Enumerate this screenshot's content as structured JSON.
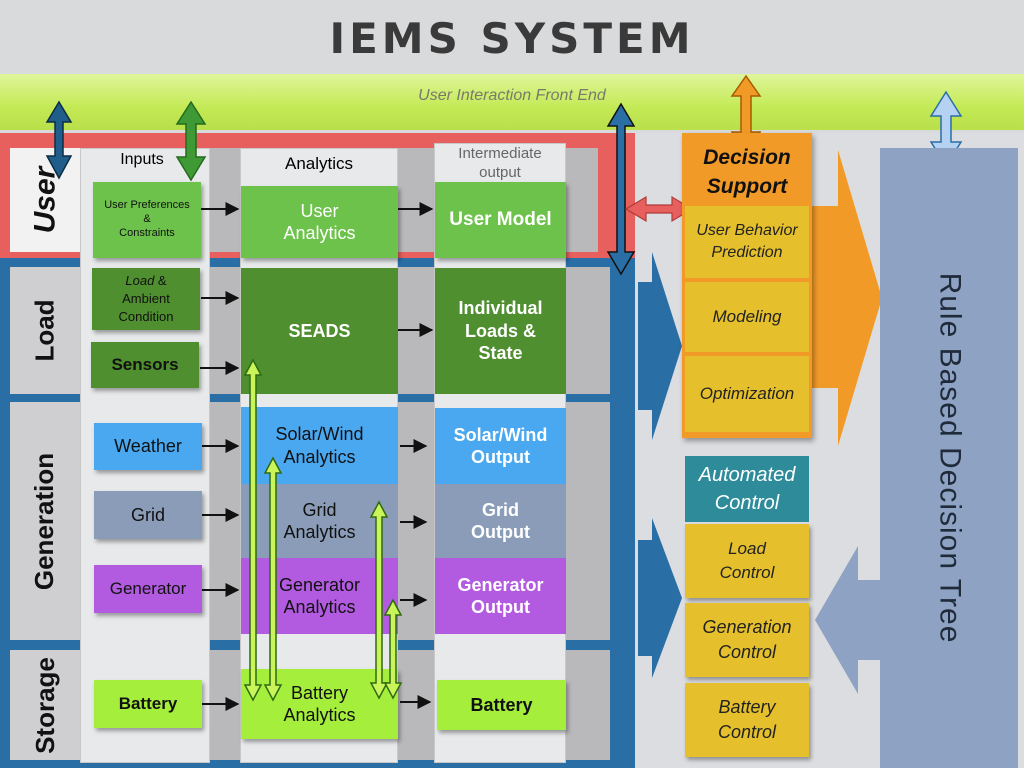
{
  "title": "IEMS SYSTEM",
  "front_end": "User Interaction Front End",
  "rows": {
    "user": "User",
    "load": "Load",
    "generation": "Generation",
    "storage": "Storage"
  },
  "columns": {
    "inputs": "Inputs",
    "analytics": "Analytics",
    "intermediate": "Intermediate output"
  },
  "inputs": {
    "user_preferences": "User Preferences",
    "amp": "&",
    "constraints": "Constraints",
    "load_word": "Load",
    "amp2": " &",
    "ambient": "Ambient",
    "condition": "Condition",
    "sensors": "Sensors",
    "weather": "Weather",
    "grid": "Grid",
    "generator": "Generator",
    "battery": "Battery"
  },
  "analytics": {
    "user_analytics": "User Analytics",
    "seads": "SEADS",
    "solar_wind": "Solar/Wind Analytics",
    "grid": "Grid Analytics",
    "generator": "Generator Analytics",
    "battery": "Battery Analytics"
  },
  "outputs": {
    "user_model": "User Model",
    "individual_loads": "Individual Loads & State",
    "solar_wind": "Solar/Wind Output",
    "grid": "Grid Output",
    "generator": "Generator Output",
    "battery": "Battery"
  },
  "decision_support": {
    "header": "Decision Support",
    "items": [
      "User Behavior Prediction",
      "Modeling",
      "Optimization"
    ]
  },
  "automated_control": {
    "header": "Automated Control",
    "items": [
      "Load Control",
      "Generation Control",
      "Battery Control"
    ]
  },
  "rule_tree": "Rule Based Decision Tree",
  "colors": {
    "user_band": "#e8605d",
    "blue_band": "#2a6ea6",
    "green_light": "#6cc24a",
    "green_dark": "#4f8f2f",
    "blue_box": "#4aa8f0",
    "grey_box": "#8a9cb7",
    "purple_box": "#b35be0",
    "lime_box": "#a6ee3c",
    "orange": "#f19a28",
    "gold": "#e5c02c",
    "teal": "#2e8c9a",
    "slate": "#8ea3c3"
  }
}
